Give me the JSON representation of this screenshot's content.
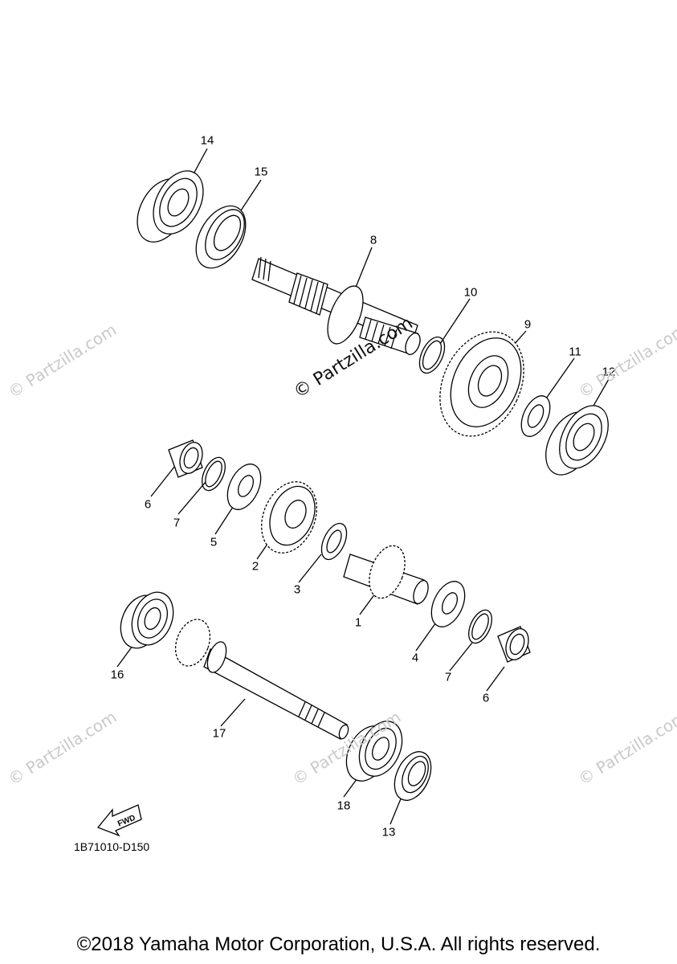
{
  "callouts": [
    "1",
    "2",
    "3",
    "4",
    "5",
    "6",
    "6",
    "7",
    "7",
    "8",
    "9",
    "10",
    "11",
    "12",
    "13",
    "14",
    "15",
    "16",
    "17",
    "18"
  ],
  "watermark": "© Partzilla.com",
  "fwd_label": "FWD",
  "diagram_code": "1B71010-D150",
  "copyright": "©2018 Yamaha Motor Corporation, U.S.A. All rights reserved."
}
